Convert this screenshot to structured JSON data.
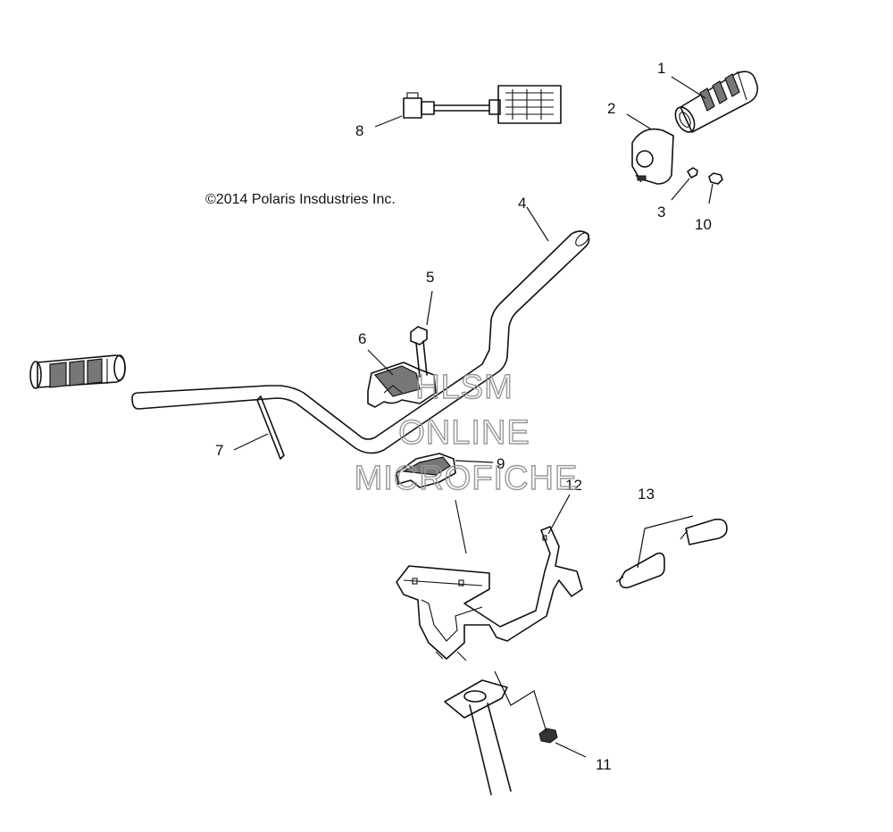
{
  "copyright": "©2014 Polaris Insdustries Inc.",
  "watermark": [
    "HLSM",
    "ONLINE",
    "MICROFICHE"
  ],
  "callouts": {
    "c1": "1",
    "c2": "2",
    "c3": "3",
    "c4": "4",
    "c5": "5",
    "c6": "6",
    "c7": "7",
    "c8": "8",
    "c9": "9",
    "c10": "10",
    "c11": "11",
    "c12": "12",
    "c13": "13"
  }
}
